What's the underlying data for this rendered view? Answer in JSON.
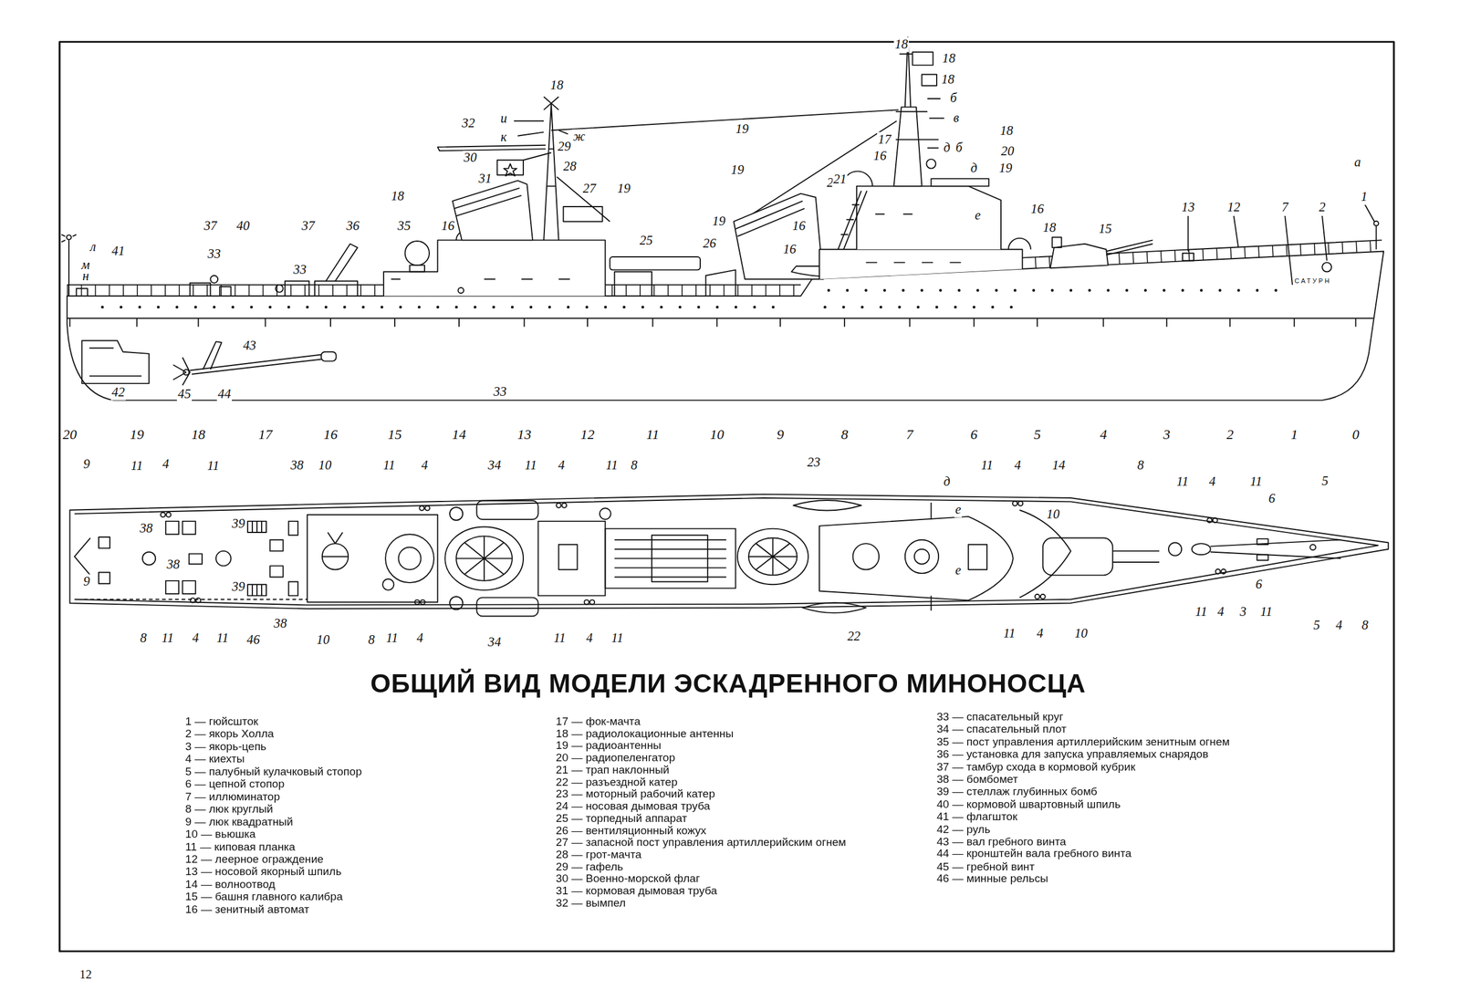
{
  "diagram": {
    "title": "ОБЩИЙ ВИД МОДЕЛИ ЭСКАДРЕННОГО МИНОНОСЦА",
    "labels": [
      "20",
      "19",
      "18",
      "17",
      "16",
      "15",
      "14",
      "13",
      "12",
      "11",
      "10",
      "9",
      "8",
      "7",
      "6",
      "5",
      "4",
      "3",
      "2",
      "1",
      "0",
      "18",
      "32",
      "и",
      "к",
      "ж",
      "29",
      "30",
      "28",
      "31",
      "27",
      "19",
      "18",
      "19",
      "19",
      "19",
      "24",
      "25",
      "26",
      "16",
      "35",
      "36",
      "37",
      "40",
      "37",
      "33",
      "33",
      "41",
      "л",
      "м",
      "н",
      "33",
      "42",
      "45",
      "44",
      "43",
      "18",
      "18",
      "18",
      "б",
      "в",
      "18",
      "д",
      "б",
      "20",
      "17",
      "16",
      "д",
      "19",
      "21",
      "16",
      "е",
      "18",
      "15",
      "13",
      "12",
      "7",
      "2",
      "1",
      "а",
      "16",
      "16",
      "9",
      "11",
      "4",
      "11",
      "38",
      "10",
      "11",
      "4",
      "34",
      "11",
      "4",
      "11",
      "8",
      "23",
      "д",
      "11",
      "4",
      "14",
      "8",
      "11",
      "4",
      "11",
      "5",
      "6",
      "10",
      "е",
      "е",
      "38",
      "39",
      "38",
      "39",
      "9",
      "8",
      "11",
      "4",
      "11",
      "46",
      "38",
      "10",
      "8",
      "11",
      "4",
      "34",
      "11",
      "4",
      "11",
      "22",
      "11",
      "4",
      "10",
      "11",
      "4",
      "3",
      "11",
      "6",
      "5",
      "4",
      "8",
      "САТУРН",
      "1 — гюйсшток",
      "2 — якорь Холла",
      "3 — якорь-цепь",
      "4 — киехты",
      "5 — палубный кулачковый стопор",
      "6 — цепной стопор",
      "7 — иллюминатор",
      "8 — люк круглый",
      "9 — люк квадратный",
      "10 — вьюшка",
      "11 — киповая планка",
      "12 — леерное ограждение",
      "13 — носовой якорный шпиль",
      "14 — волноотвод",
      "15 — башня главного калибра",
      "16 — зенитный автомат",
      "17 — фок-мачта",
      "18 — радиолокационные антенны",
      "19 — радиоантенны",
      "20 — радиопеленгатор",
      "21 — трап наклонный",
      "22 — разъездной катер",
      "23 — моторный рабочий катер",
      "24 — носовая дымовая труба",
      "25 — торпедный аппарат",
      "26 — вентиляционный кожух",
      "27 — запасной пост управления артиллерийским огнем",
      "28 — грот-мачта",
      "29 — гафель",
      "30 — Военно-морской флаг",
      "31 — кормовая дымовая труба",
      "32 — вымпел",
      "33 — спасательный круг",
      "34 — спасательный плот",
      "35 — пост управления артиллерийским зенитным огнем",
      "36 — установка для запуска управляемых снарядов",
      "37 — тамбур схода в кормовой кубрик",
      "38 — бомбомет",
      "39 — стеллаж глубинных бомб",
      "40 — кормовой швартовный шпиль",
      "41 — флагшток",
      "42 — руль",
      "43 — вал гребного винта",
      "44 — кронштейн вала гребного винта",
      "45 — гребной винт",
      "46 — минные рельсы",
      "12"
    ]
  }
}
